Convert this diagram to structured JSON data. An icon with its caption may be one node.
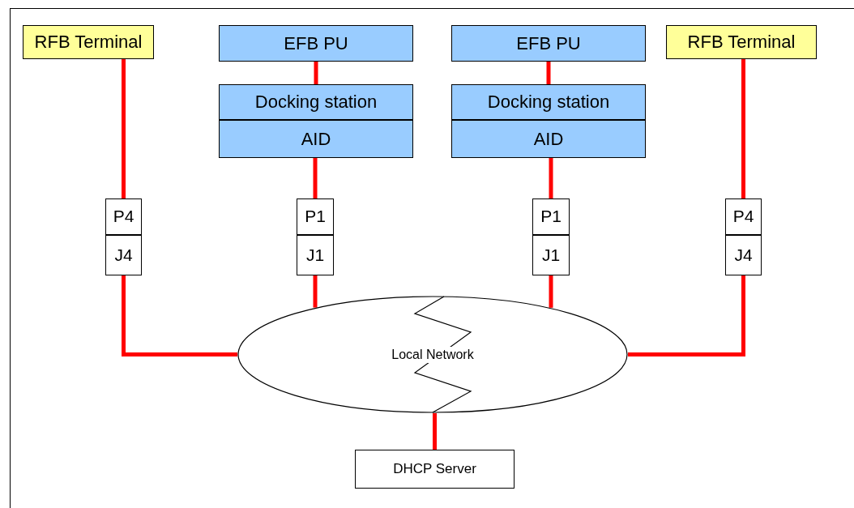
{
  "diagram": {
    "nodes": [
      {
        "text": [
          "RFB Terminal"
        ]
      },
      {
        "text": [
          "EFB PU"
        ]
      },
      {
        "text": [
          "Docking station"
        ]
      },
      {
        "text": [
          "AID"
        ]
      },
      {
        "text": [
          "EFB PU"
        ]
      },
      {
        "text": [
          "Docking station"
        ]
      },
      {
        "text": [
          "AID"
        ]
      },
      {
        "text": [
          "RFB Terminal"
        ]
      },
      {
        "text": [
          "P4"
        ]
      },
      {
        "text": [
          "J4"
        ]
      },
      {
        "text": [
          "P1"
        ]
      },
      {
        "text": [
          "J1"
        ]
      },
      {
        "text": [
          "P1"
        ]
      },
      {
        "text": [
          "J1"
        ]
      },
      {
        "text": [
          "P4"
        ]
      },
      {
        "text": [
          "J4"
        ]
      },
      {
        "text": [
          "Local Network"
        ]
      },
      {
        "text": [
          "DHCP Server"
        ]
      }
    ],
    "edges": [
      {
        "from": 0,
        "to": 8,
        "arrow": "none"
      },
      {
        "from": 1,
        "to": 2,
        "arrow": "none"
      },
      {
        "from": 3,
        "to": 10,
        "arrow": "none"
      },
      {
        "from": 4,
        "to": 5,
        "arrow": "none"
      },
      {
        "from": 6,
        "to": 12,
        "arrow": "none"
      },
      {
        "from": 7,
        "to": 14,
        "arrow": "none"
      },
      {
        "from": 9,
        "to": 16,
        "arrow": "none"
      },
      {
        "from": 11,
        "to": 16,
        "arrow": "none"
      },
      {
        "from": 13,
        "to": 16,
        "arrow": "none"
      },
      {
        "from": 15,
        "to": 16,
        "arrow": "none"
      },
      {
        "from": 16,
        "to": 17,
        "arrow": "none"
      }
    ]
  }
}
